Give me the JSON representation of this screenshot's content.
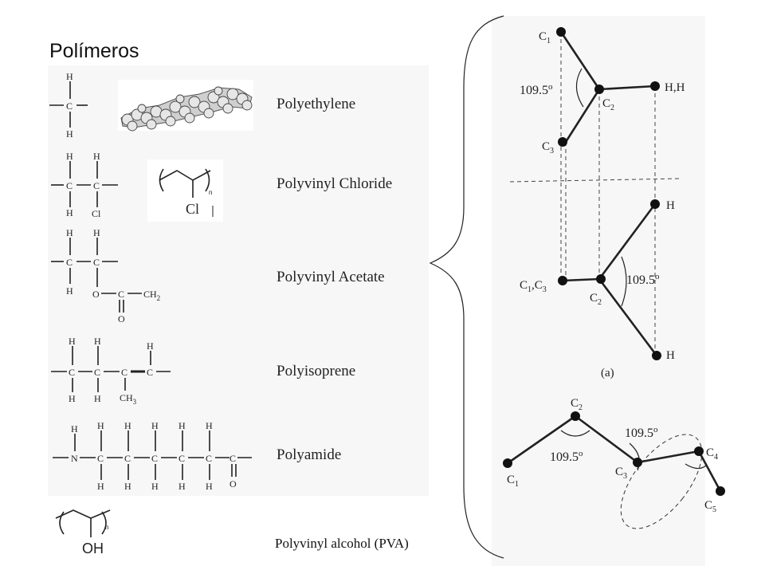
{
  "title": "Polímeros",
  "polymers": [
    {
      "name": "Polyethylene"
    },
    {
      "name": "Polyvinyl Chloride"
    },
    {
      "name": "Polyvinyl Acetate"
    },
    {
      "name": "Polyisoprene"
    },
    {
      "name": "Polyamide"
    }
  ],
  "caption": "Polyvinyl alcohol (PVA)",
  "formula_labels": {
    "h": "H",
    "c": "C",
    "cl": "Cl",
    "o": "O",
    "n_atom": "N",
    "ch2": "CH",
    "ch3": "CH",
    "sub2": "2",
    "sub3": "3",
    "cl_big": "Cl",
    "oh": "OH",
    "n_sub": "n"
  },
  "diagram_a": {
    "c1": "C",
    "c1_sub": "1",
    "c2": "C",
    "c2_sub": "2",
    "c3": "C",
    "c3_sub": "3",
    "hh": "H,H",
    "h": "H",
    "c1c3": "C",
    "angle": "109.5",
    "deg": "o",
    "label": "(a)"
  },
  "diagram_b": {
    "c": "C",
    "subs": [
      "1",
      "2",
      "3",
      "4",
      "5"
    ],
    "angle": "109.5",
    "deg": "o"
  }
}
